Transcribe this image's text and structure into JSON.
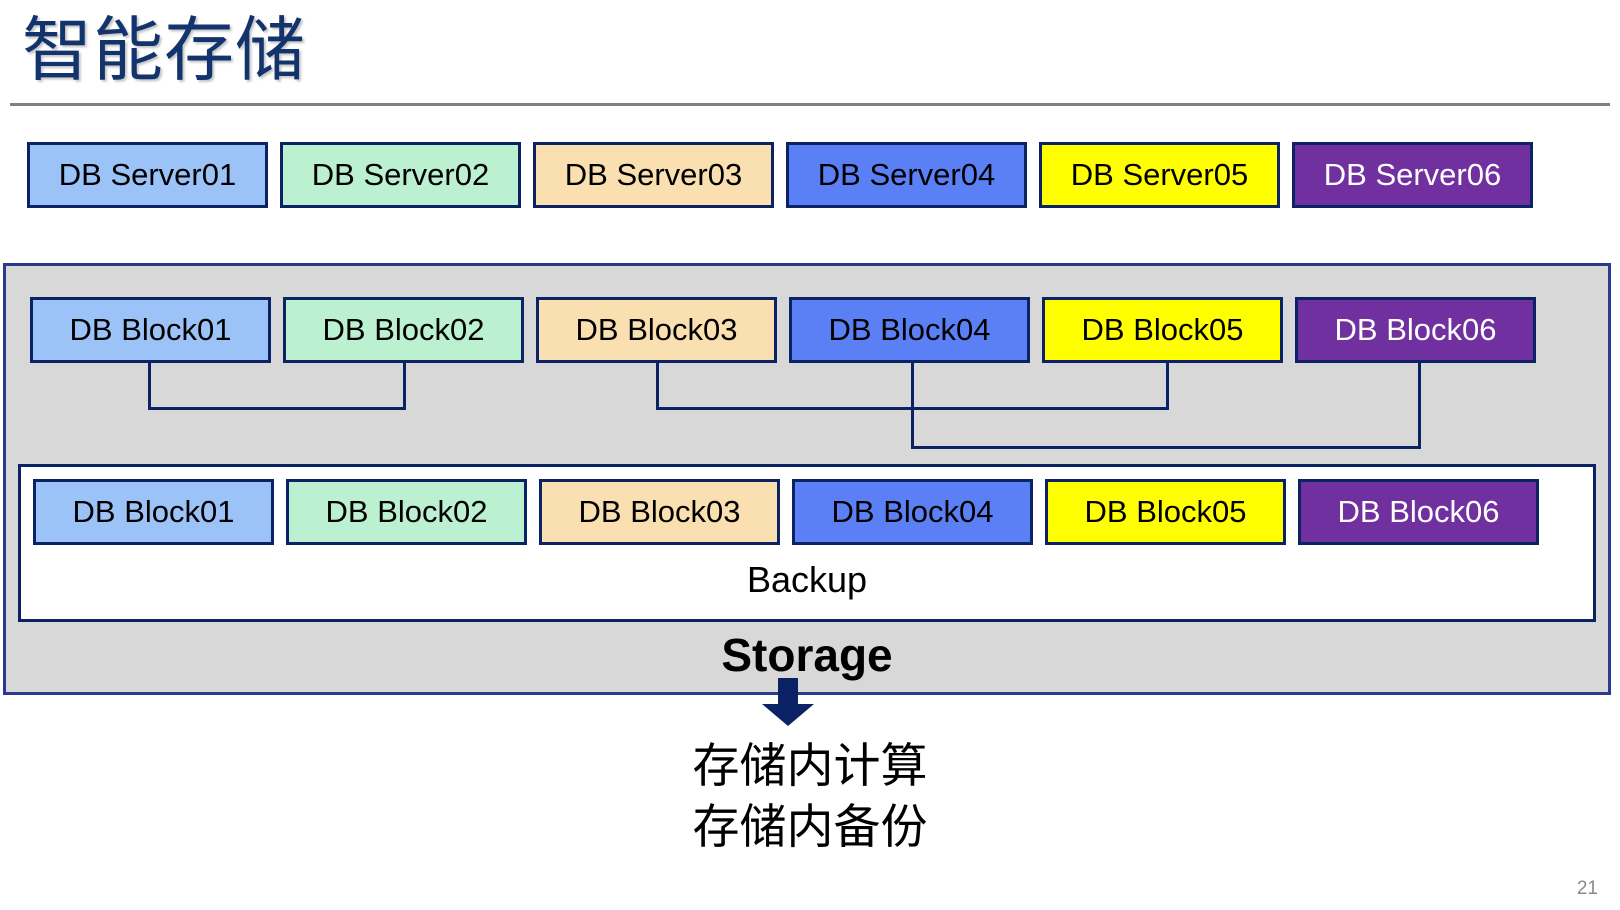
{
  "slide": {
    "title": "智能存储",
    "page_number": "21",
    "caption_line1": "存储内计算",
    "caption_line2": "存储内备份"
  },
  "colors": {
    "title_text": "#12336B",
    "rule": "#808080",
    "box_border": "#0B2265",
    "container_border": "#2B3A8F",
    "container_fill": "#D8D8D8",
    "backup_fill": "#FFFFFF",
    "connector": "#0B2265",
    "arrow": "#0B2265",
    "page_number": "#8A8A8A",
    "fill_blue_light": "#9CC3F7",
    "fill_green_mint": "#BBF0D0",
    "fill_peach": "#FADFB0",
    "fill_blue_royal": "#5B7FF5",
    "fill_yellow": "#FFFF00",
    "fill_purple": "#7030A0"
  },
  "server_row": {
    "items": [
      {
        "label": "DB Server01",
        "fill": "#9CC3F7",
        "text": "#000000"
      },
      {
        "label": "DB Server02",
        "fill": "#BBF0D0",
        "text": "#000000"
      },
      {
        "label": "DB Server03",
        "fill": "#FADFB0",
        "text": "#000000"
      },
      {
        "label": "DB Server04",
        "fill": "#5B7FF5",
        "text": "#000000"
      },
      {
        "label": "DB Server05",
        "fill": "#FFFF00",
        "text": "#000000"
      },
      {
        "label": "DB Server06",
        "fill": "#7030A0",
        "text": "#FFFFFF"
      }
    ]
  },
  "block_row_primary": {
    "items": [
      {
        "label": "DB Block01",
        "fill": "#9CC3F7",
        "text": "#000000"
      },
      {
        "label": "DB Block02",
        "fill": "#BBF0D0",
        "text": "#000000"
      },
      {
        "label": "DB Block03",
        "fill": "#FADFB0",
        "text": "#000000"
      },
      {
        "label": "DB Block04",
        "fill": "#5B7FF5",
        "text": "#000000"
      },
      {
        "label": "DB Block05",
        "fill": "#FFFF00",
        "text": "#000000"
      },
      {
        "label": "DB Block06",
        "fill": "#7030A0",
        "text": "#FFFFFF"
      }
    ]
  },
  "block_row_backup": {
    "label": "Backup",
    "items": [
      {
        "label": "DB Block01",
        "fill": "#9CC3F7",
        "text": "#000000"
      },
      {
        "label": "DB Block02",
        "fill": "#BBF0D0",
        "text": "#000000"
      },
      {
        "label": "DB Block03",
        "fill": "#FADFB0",
        "text": "#000000"
      },
      {
        "label": "DB Block04",
        "fill": "#5B7FF5",
        "text": "#000000"
      },
      {
        "label": "DB Block05",
        "fill": "#FFFF00",
        "text": "#000000"
      },
      {
        "label": "DB Block06",
        "fill": "#7030A0",
        "text": "#FFFFFF"
      }
    ]
  },
  "storage": {
    "label": "Storage"
  },
  "icons": {
    "arrow": "down-arrow-icon"
  }
}
